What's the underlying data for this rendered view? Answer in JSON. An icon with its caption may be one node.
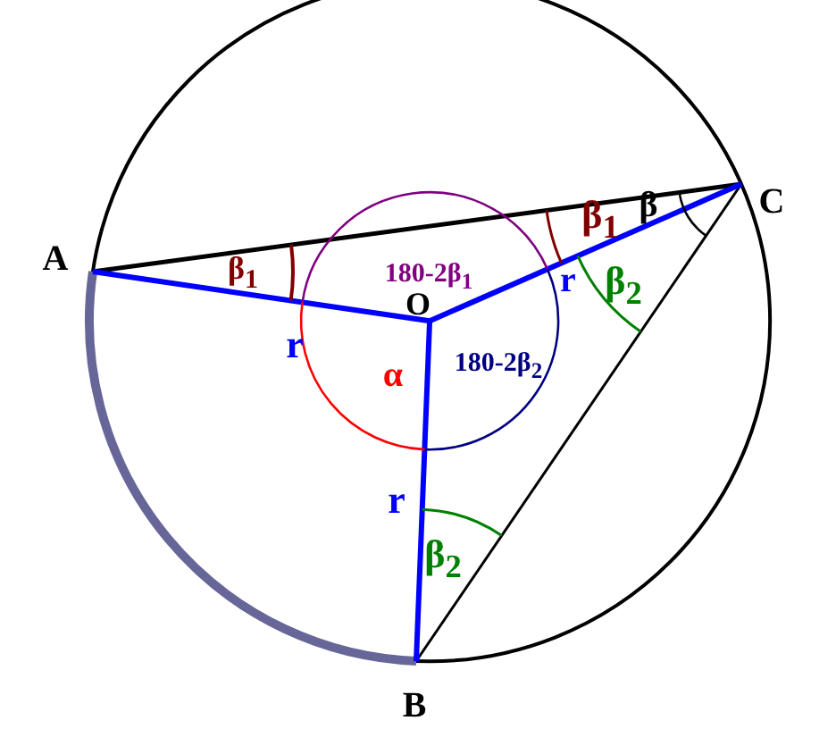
{
  "diagram": {
    "labels": [
      "C",
      "A",
      "β$_{1}$",
      "β",
      "β$_{1}$",
      "180-2β$_{1}$",
      "O",
      "r",
      "β$_{2}$",
      "r",
      "α",
      "180-2β$_{2}$",
      "r",
      "β$_{2}$",
      "B"
    ]
  }
}
